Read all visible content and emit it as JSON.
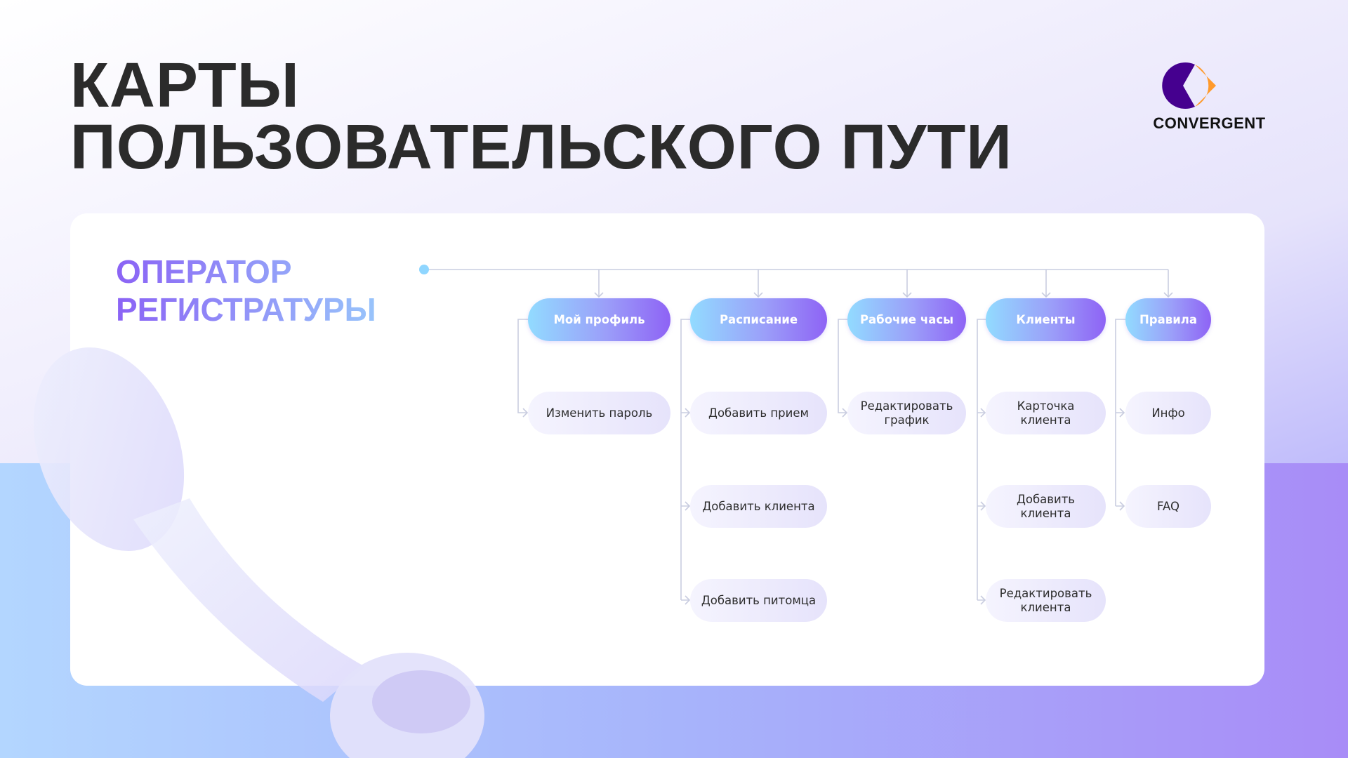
{
  "title_lines": [
    "КАРТЫ",
    "ПОЛЬЗОВАТЕЛЬСКОГО ПУТИ"
  ],
  "logo": {
    "text": "CONVERGENT",
    "colors": {
      "purple": "#45008f",
      "orange": "#ff9a2b"
    }
  },
  "subtitle_lines": [
    "ОПЕРАТОР",
    "РЕГИСТРАТУРЫ"
  ],
  "columns": [
    {
      "label": "Мой профиль",
      "children": [
        "Изменить пароль"
      ]
    },
    {
      "label": "Расписание",
      "children": [
        "Добавить прием",
        "Добавить клиента",
        "Добавить питомца"
      ]
    },
    {
      "label": "Рабочие часы",
      "children": [
        "Редактировать график"
      ]
    },
    {
      "label": "Клиенты",
      "children": [
        "Карточка клиента",
        "Добавить клиента",
        "Редактировать клиента"
      ]
    },
    {
      "label": "Правила",
      "children": [
        "Инфо",
        "FAQ"
      ]
    }
  ]
}
